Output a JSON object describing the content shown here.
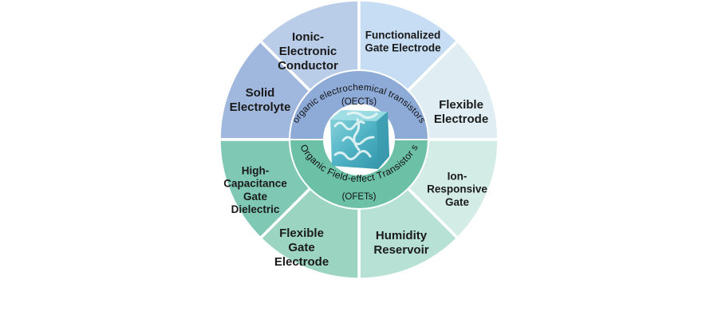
{
  "diagram": {
    "oect_ring": {
      "title": "organic electrochemical transistors",
      "abbr": "(OECTs)",
      "color": "#8eaad7"
    },
    "ofet_ring": {
      "title": "Organic Field-effect Transistor s",
      "abbr": "(OFETs)",
      "color": "#6cc0a6"
    },
    "segments": [
      {
        "id": "solid-electrolyte",
        "lines": [
          "Solid",
          "Electrolyte"
        ],
        "color": "#a0b8dd"
      },
      {
        "id": "ionic-electronic-conductor",
        "lines": [
          "Ionic-",
          "Electronic",
          "Conductor"
        ],
        "color": "#b9cce8"
      },
      {
        "id": "functionalized-gate-electrode",
        "lines": [
          "Functionalized",
          "Gate Electrode"
        ],
        "color": "#c6ddf3"
      },
      {
        "id": "flexible-electrode",
        "lines": [
          "Flexible",
          "Electrode"
        ],
        "color": "#e0eef4"
      },
      {
        "id": "ion-responsive-gate",
        "lines": [
          "Ion-",
          "Responsive",
          "Gate"
        ],
        "color": "#d4ece6"
      },
      {
        "id": "humidity-reservoir",
        "lines": [
          "Humidity",
          "Reservoir"
        ],
        "color": "#b7e1d5"
      },
      {
        "id": "flexible-gate-electrode",
        "lines": [
          "Flexible",
          "Gate",
          "Electrode"
        ],
        "color": "#9bd4c1"
      },
      {
        "id": "high-capacitance-gate-dielectric",
        "lines": [
          "High-",
          "Capacitance",
          "Gate",
          "Dielectric"
        ],
        "color": "#7fc8b3"
      }
    ]
  }
}
